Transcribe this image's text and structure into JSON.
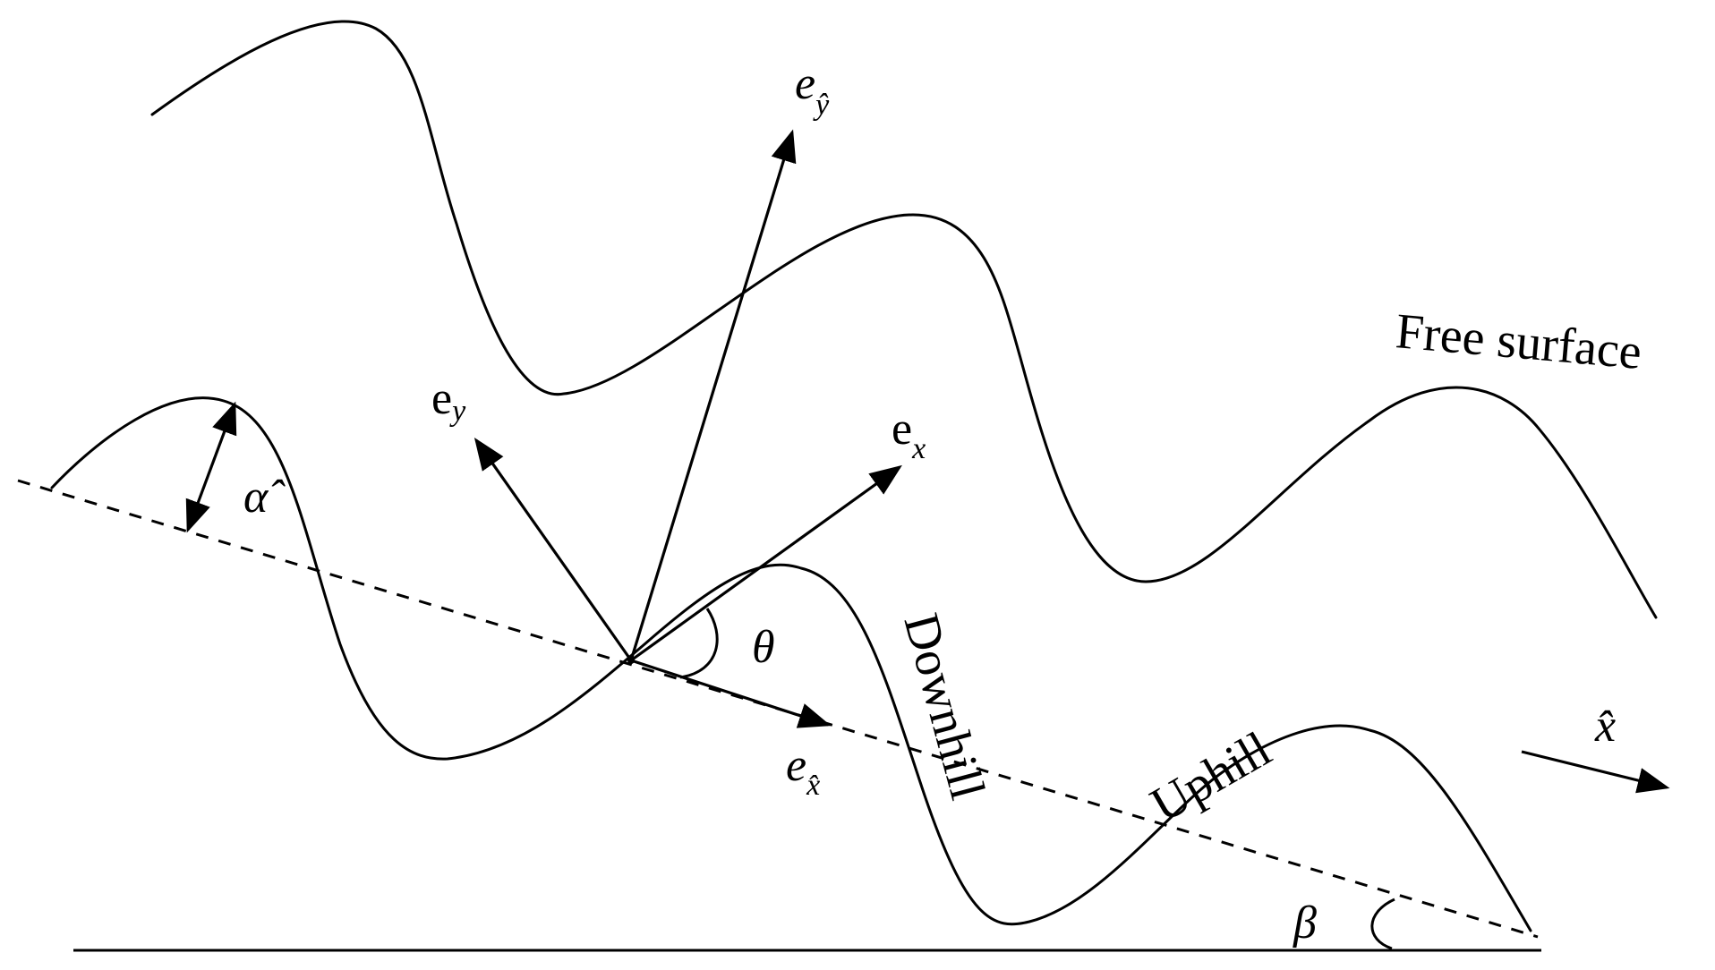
{
  "labels": {
    "free_surface": "Free surface",
    "downhill": "Downhill",
    "uphill": "Uphill",
    "theta": "θ",
    "beta": "β",
    "alpha_hat": "α̂",
    "x_hat": "x̂",
    "e_y": {
      "base": "e",
      "sub": "y"
    },
    "e_x": {
      "base": "e",
      "sub": "x"
    },
    "e_yhat": {
      "base": "e",
      "sub": "ŷ"
    },
    "e_xhat": {
      "base": "e",
      "sub": "x̂"
    }
  }
}
